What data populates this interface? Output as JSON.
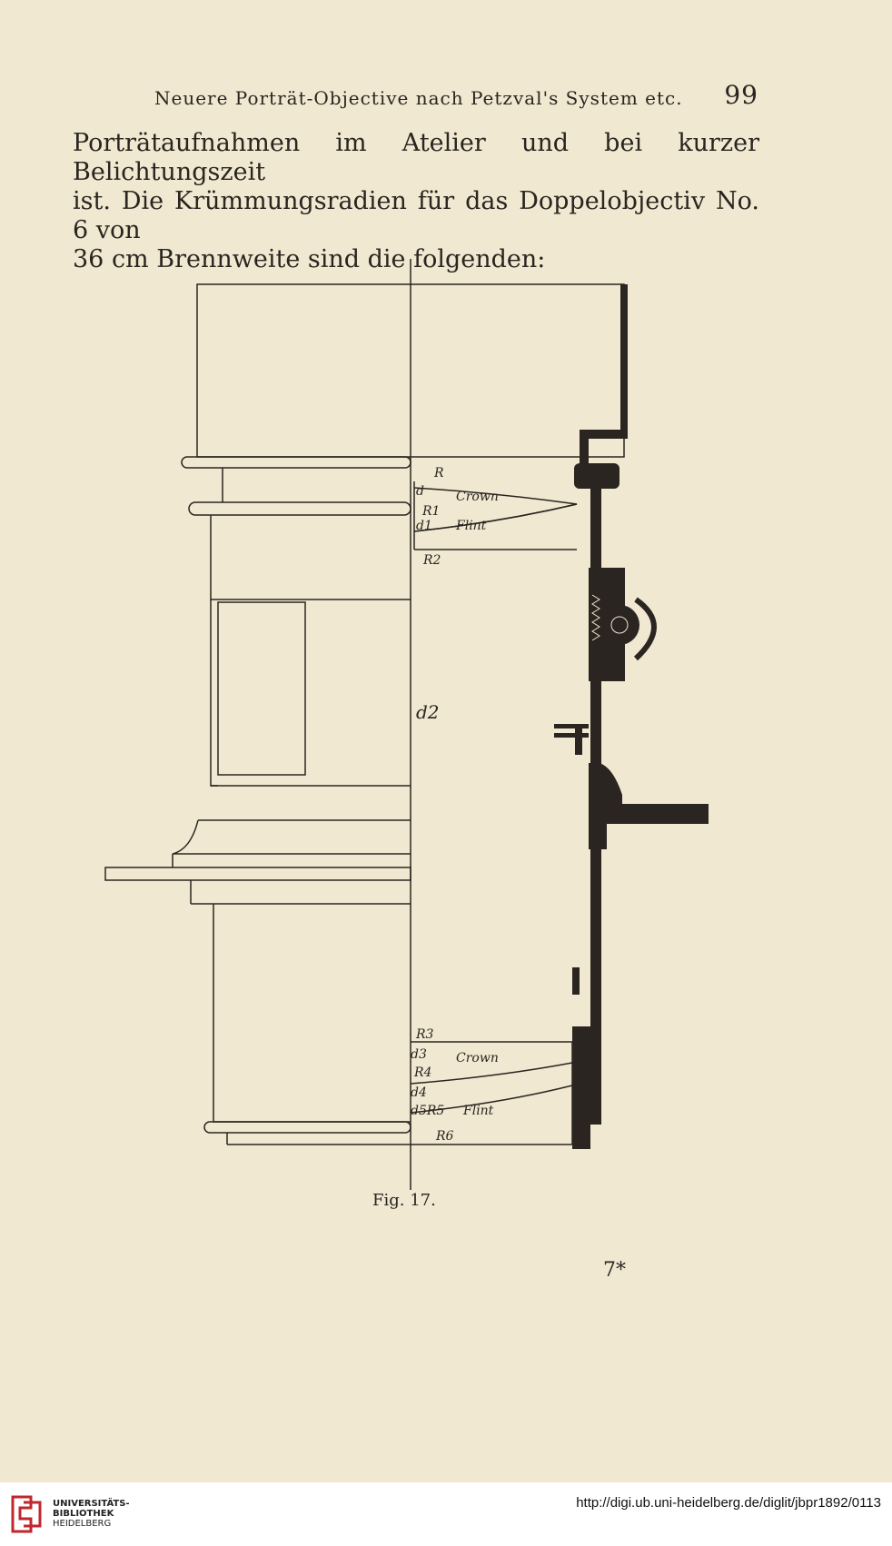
{
  "header": {
    "title": "Neuere Porträt-Objective nach Petzval's System etc.",
    "page_number": "99"
  },
  "body": {
    "lines": [
      "Porträtaufnahmen im Atelier und bei kurzer Belichtungszeit",
      "ist.  Die Krümmungsradien für das Doppelobjectiv No. 6 von",
      "36 cm Brennweite sind die folgenden:"
    ]
  },
  "figure": {
    "labels": {
      "R": "R",
      "d": "d",
      "crown1": "Crown",
      "R1": "R1",
      "d1": "d1",
      "flint1": "Flint",
      "R2": "R2",
      "d2": "d2",
      "R3": "R3",
      "d3": "d3",
      "crown2": "Crown",
      "R4": "R4",
      "d4": "d4",
      "d5R5": "d5R5",
      "flint2": "Flint",
      "R6": "R6"
    },
    "caption": "Fig. 17."
  },
  "signature_mark": "7*",
  "footer": {
    "library_lines": [
      "UNIVERSITÄTS-",
      "BIBLIOTHEK",
      "HEIDELBERG"
    ],
    "url": "http://digi.ub.uni-heidelberg.de/diglit/jbpr1892/0113",
    "brand_color": "#c0272d"
  }
}
